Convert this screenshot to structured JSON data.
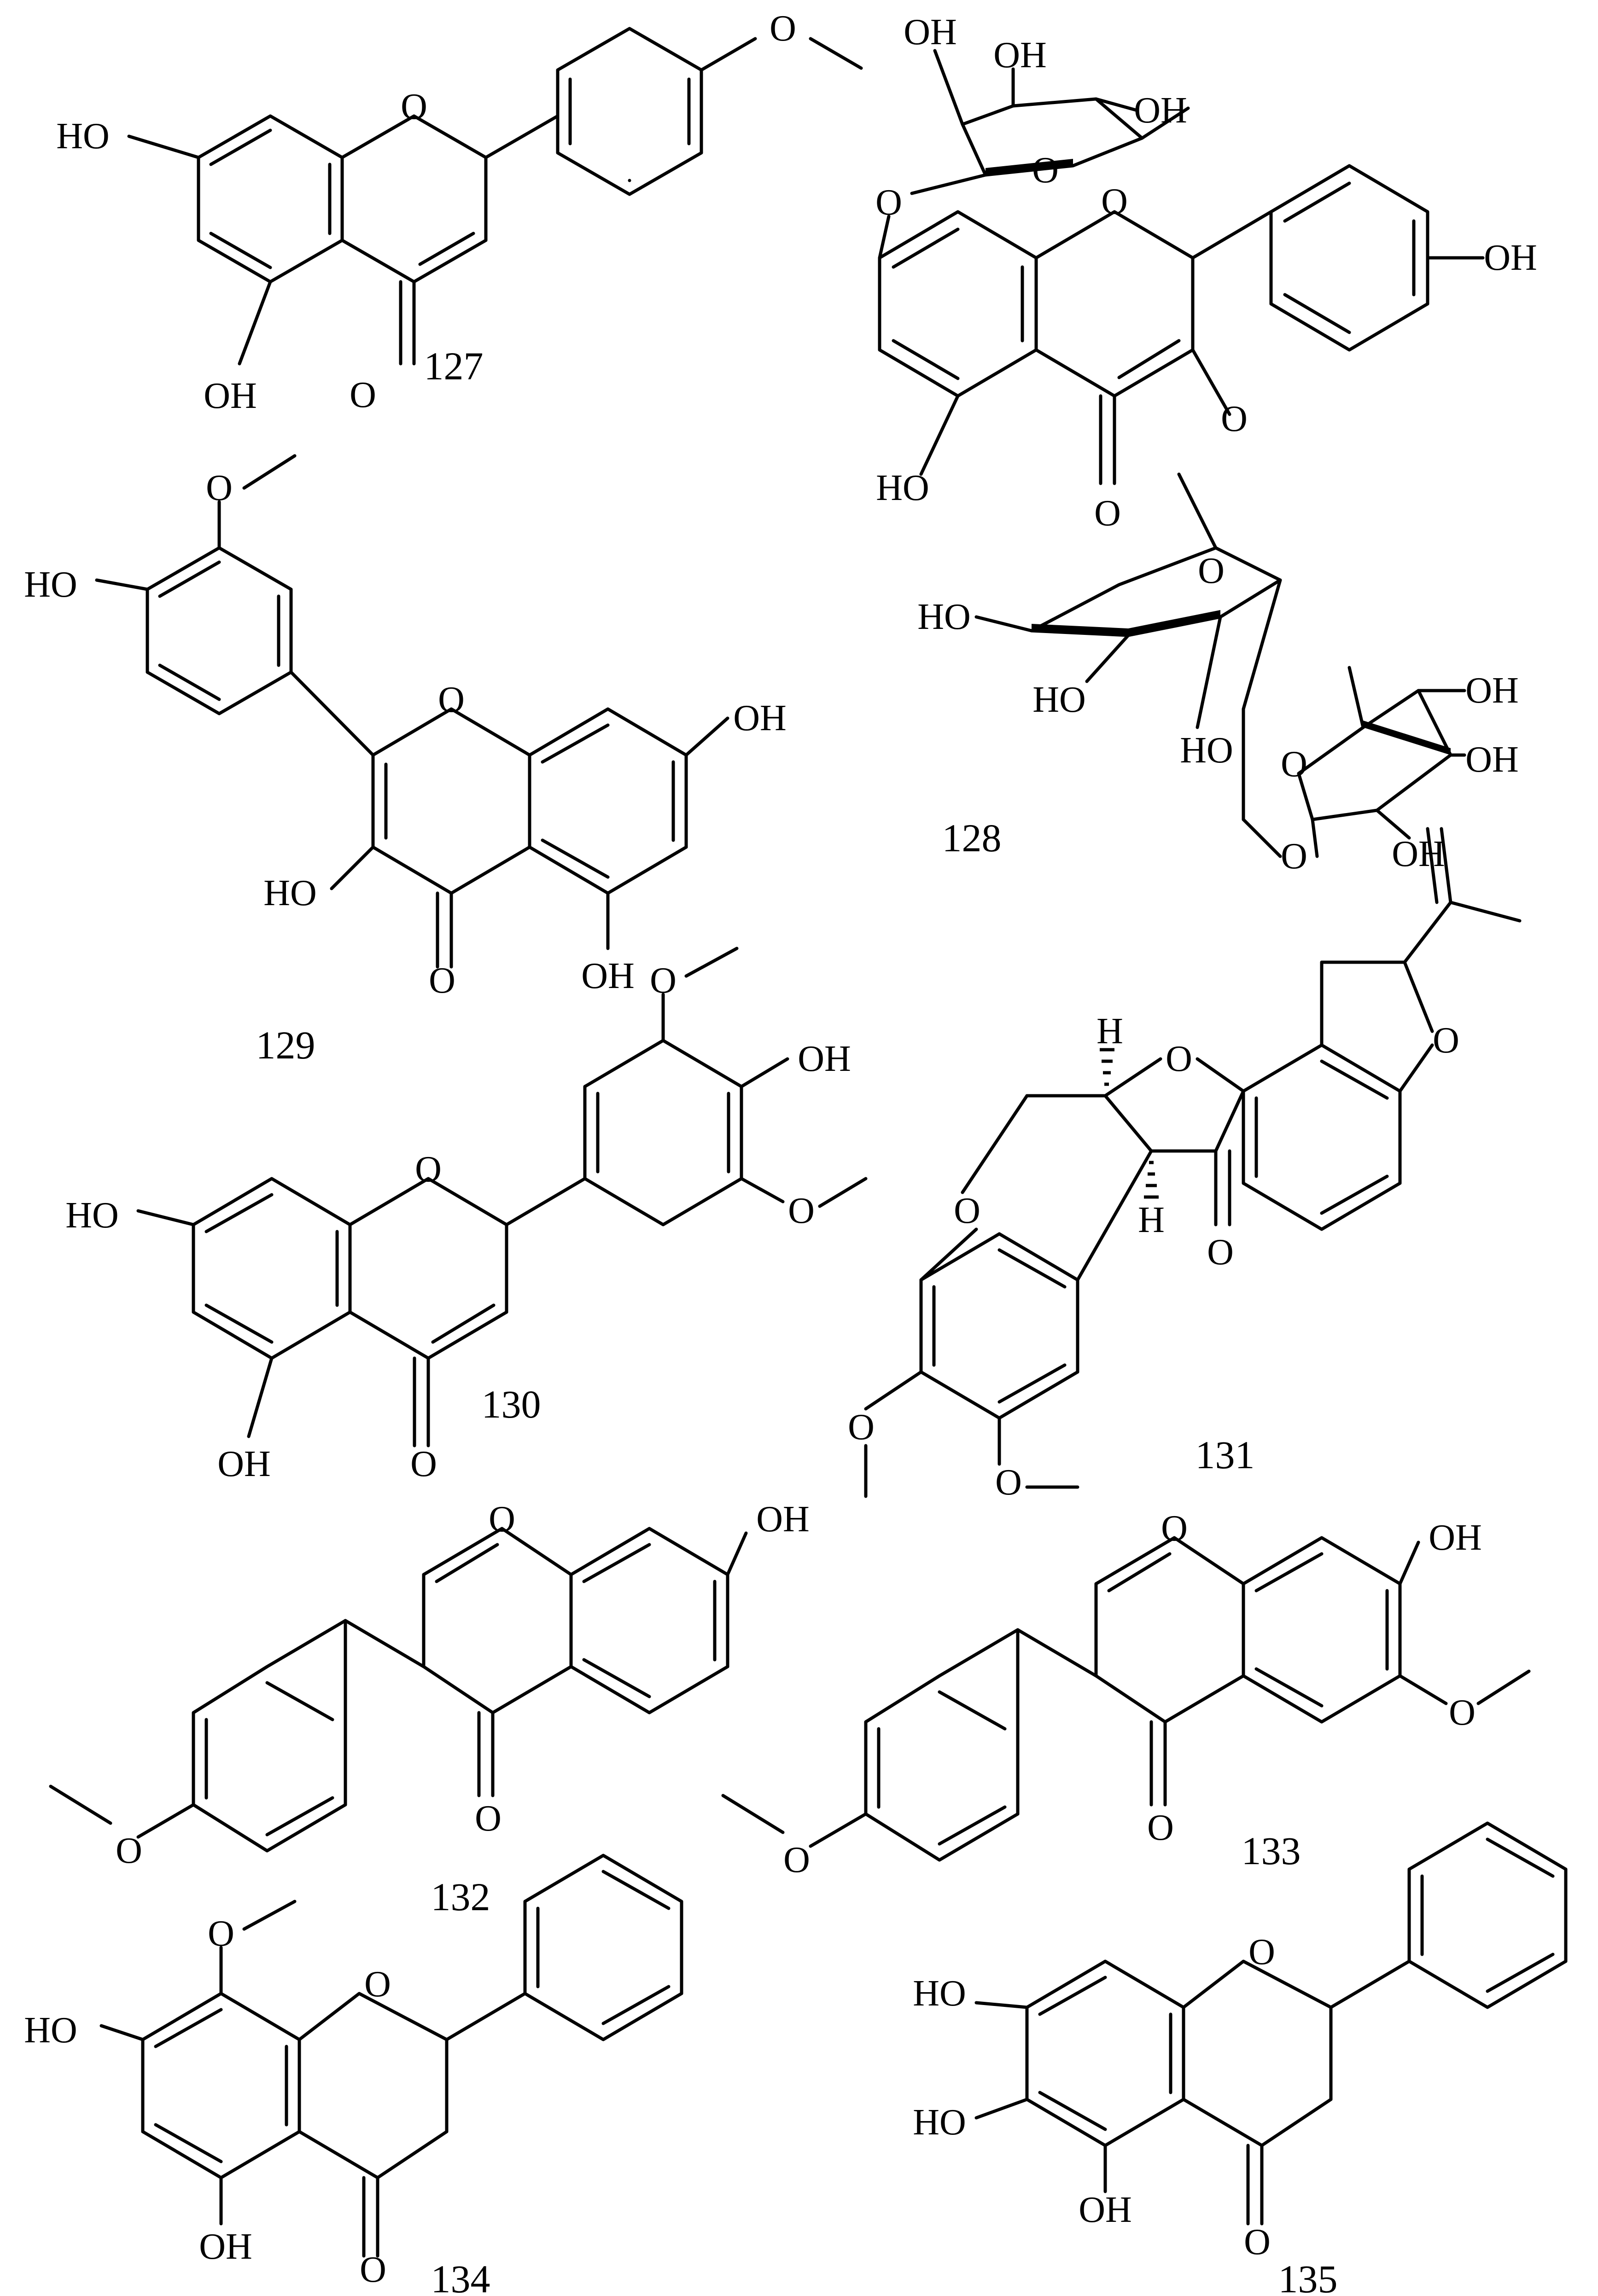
{
  "figure": {
    "compounds": [
      {
        "id": "127",
        "number": "127"
      },
      {
        "id": "128",
        "number": "128"
      },
      {
        "id": "129",
        "number": "129"
      },
      {
        "id": "130",
        "number": "130"
      },
      {
        "id": "131",
        "number": "131"
      },
      {
        "id": "132",
        "number": "132"
      },
      {
        "id": "133",
        "number": "133"
      },
      {
        "id": "134",
        "number": "134"
      },
      {
        "id": "135",
        "number": "135"
      }
    ],
    "atoms": {
      "oh": "OH",
      "ho": "HO",
      "o": "O",
      "h": "H"
    }
  }
}
